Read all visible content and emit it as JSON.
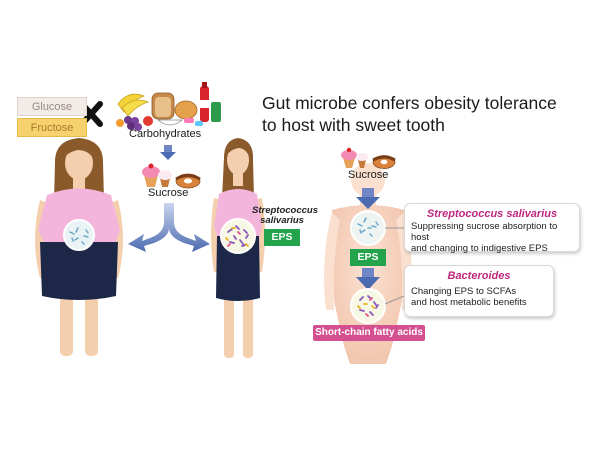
{
  "title_line1": "Gut microbe confers obesity tolerance",
  "title_line2": "to host with sweet tooth",
  "sugars": {
    "glucose": "Glucose",
    "fructose": "Fructose"
  },
  "carbohydrates_label": "Carbohydrates",
  "sucrose_label": "Sucrose",
  "middle_figure": {
    "species_line1": "Streptococcus",
    "species_line2": "salivarius",
    "eps": "EPS"
  },
  "right_figure": {
    "sucrose_label": "Sucrose",
    "eps": "EPS",
    "scfa": "Short-chain fatty acids",
    "callout1": {
      "title": "Streptococcus salivarius",
      "line1": "Suppressing sucrose absorption to host",
      "line2": "and changing to indigestive EPS"
    },
    "callout2": {
      "title": "Bacteroides",
      "line1": "Changing EPS to SCFAs",
      "line2": "and host metabolic benefits"
    }
  },
  "colors": {
    "blouse": "#f4b5dc",
    "skirt": "#1d2748",
    "skin": "#f4cfae",
    "hair": "#8a5a2b",
    "eps_green": "#22a34c",
    "scfa_pink": "#d34f8f",
    "arrow_blue": "#4d6bb0"
  }
}
